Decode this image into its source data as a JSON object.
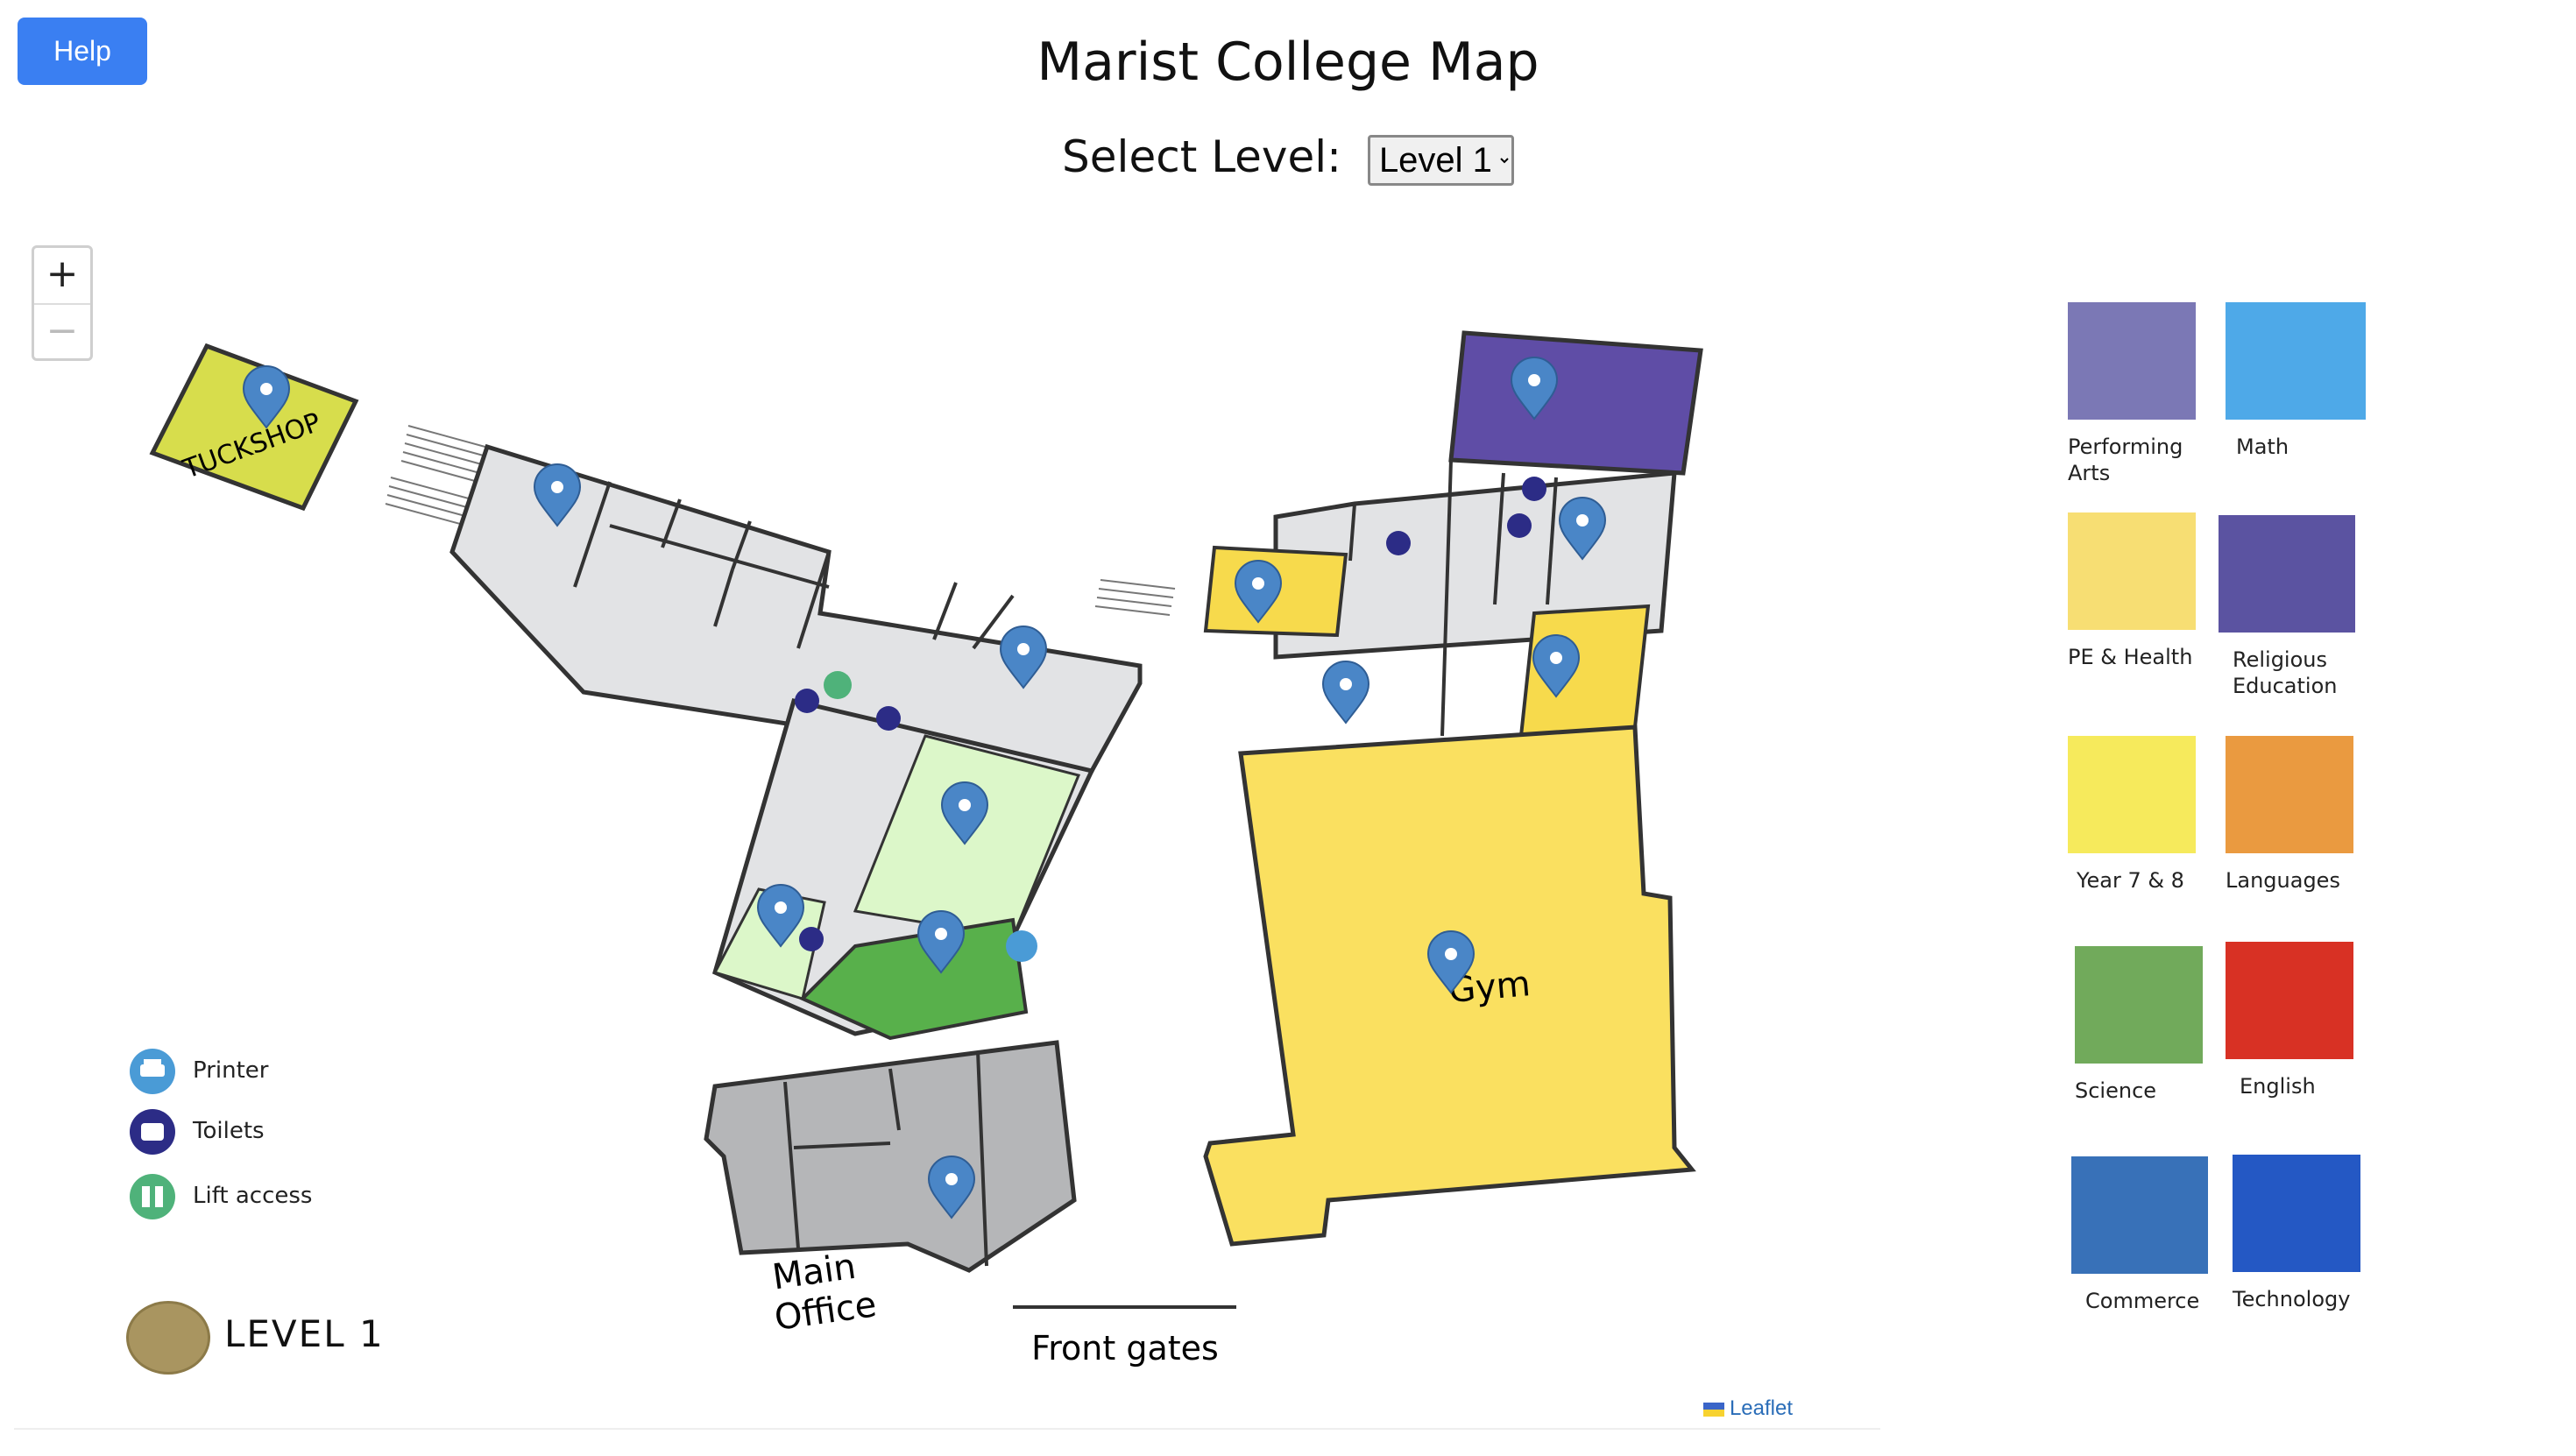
{
  "header": {
    "help_label": "Help",
    "title": "Marist College Map",
    "select_label": "Select Level:",
    "selected_level": "Level 1"
  },
  "map": {
    "zoom_in": "+",
    "zoom_out": "−",
    "attribution": "Leaflet",
    "level_badge": "LEVEL 1",
    "labels": {
      "tuckshop": "TUCKSHOP",
      "gym": "Gym",
      "main_office_1": "Main",
      "main_office_2": "Office",
      "front_gates": "Front gates"
    },
    "colors": {
      "room_default": "#e2e3e5",
      "office": "#b5b6b8",
      "tuckshop": "#d7dd4c",
      "gym": "#fae060",
      "pe_health": "#f7da4c",
      "religious": "#5f4da6",
      "science_light": "#dcf7c9",
      "science": "#58b04b",
      "marker": "#4a86c7"
    }
  },
  "facility_legend": [
    {
      "icon": "printer-icon",
      "label": "Printer",
      "color": "#4a9bd6"
    },
    {
      "icon": "toilet-icon",
      "label": "Toilets",
      "color": "#2c2c86"
    },
    {
      "icon": "lift-icon",
      "label": "Lift access",
      "color": "#4fb27a"
    }
  ],
  "department_legend": [
    {
      "label": "Performing\nArts",
      "color": "#7b78b5"
    },
    {
      "label": "Math",
      "color": "#4ea9e8"
    },
    {
      "label": "PE & Health",
      "color": "#f7de73"
    },
    {
      "label": "Religious\nEducation",
      "color": "#5b53a1"
    },
    {
      "label": "Year 7 & 8",
      "color": "#f6ea5c"
    },
    {
      "label": "Languages",
      "color": "#ea9a40"
    },
    {
      "label": "Science",
      "color": "#71aa5b"
    },
    {
      "label": "English",
      "color": "#d83124"
    },
    {
      "label": "Commerce",
      "color": "#3871b8"
    },
    {
      "label": "Technology",
      "color": "#2458c4"
    }
  ]
}
